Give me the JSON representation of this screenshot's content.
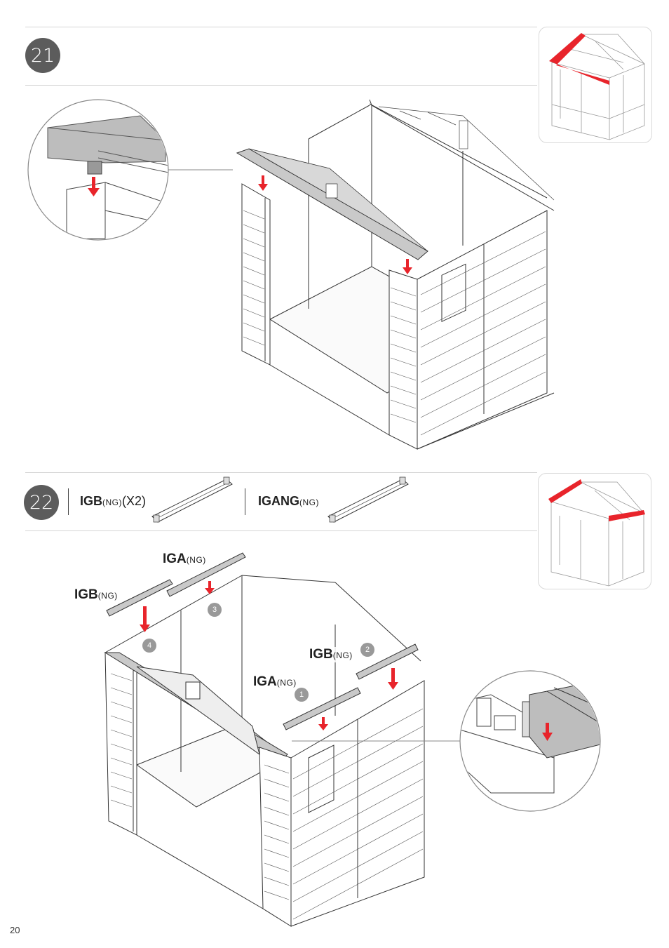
{
  "page": {
    "number": "20"
  },
  "steps": [
    {
      "number": "21",
      "thumbnail_icon": "shed-roof-rafter-highlight-icon",
      "accent_color": "#e8242b"
    },
    {
      "number": "22",
      "thumbnail_icon": "shed-roof-eave-highlight-icon",
      "accent_color": "#e8242b",
      "parts": [
        {
          "code": "IGB",
          "sub": "(NG)",
          "qty": "(X2)"
        },
        {
          "code": "IGANG",
          "sub": "(NG)",
          "qty": ""
        }
      ],
      "callouts": [
        {
          "code": "IGA",
          "sub": "(NG)"
        },
        {
          "code": "IGB",
          "sub": "(NG)"
        },
        {
          "code": "IGB",
          "sub": "(NG)"
        },
        {
          "code": "IGA",
          "sub": "(NG)"
        }
      ],
      "sequence": [
        "1",
        "2",
        "3",
        "4"
      ]
    }
  ],
  "colors": {
    "arrow": "#e8242b",
    "circle": "#5c5c5c",
    "line": "#333333",
    "panel": "#bdbdbd"
  }
}
